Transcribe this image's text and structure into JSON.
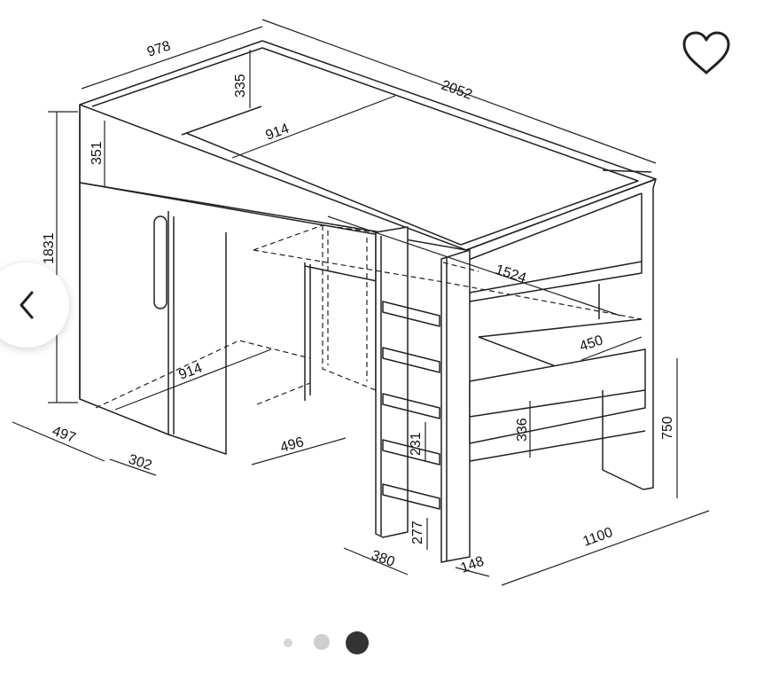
{
  "gallery": {
    "current_slide": 3,
    "total_slides": 3,
    "icons": {
      "favorite": "heart-outline-icon",
      "previous": "chevron-left-icon"
    }
  },
  "dimensions": {
    "width_back": "978",
    "top_height": "335",
    "length": "2052",
    "mattress_width": "914",
    "rail_height": "351",
    "total_height": "1831",
    "desk_length": "1524",
    "shelf_depth": "450",
    "desk_width": "914",
    "cabinet_depth": "497",
    "door_width": "302",
    "desk_depth": "496",
    "step_gap": "231",
    "drawer_height": "336",
    "desk_height": "750",
    "bottom_step": "277",
    "ladder_width": "380",
    "ladder_post": "148",
    "footprint_depth": "1100"
  }
}
